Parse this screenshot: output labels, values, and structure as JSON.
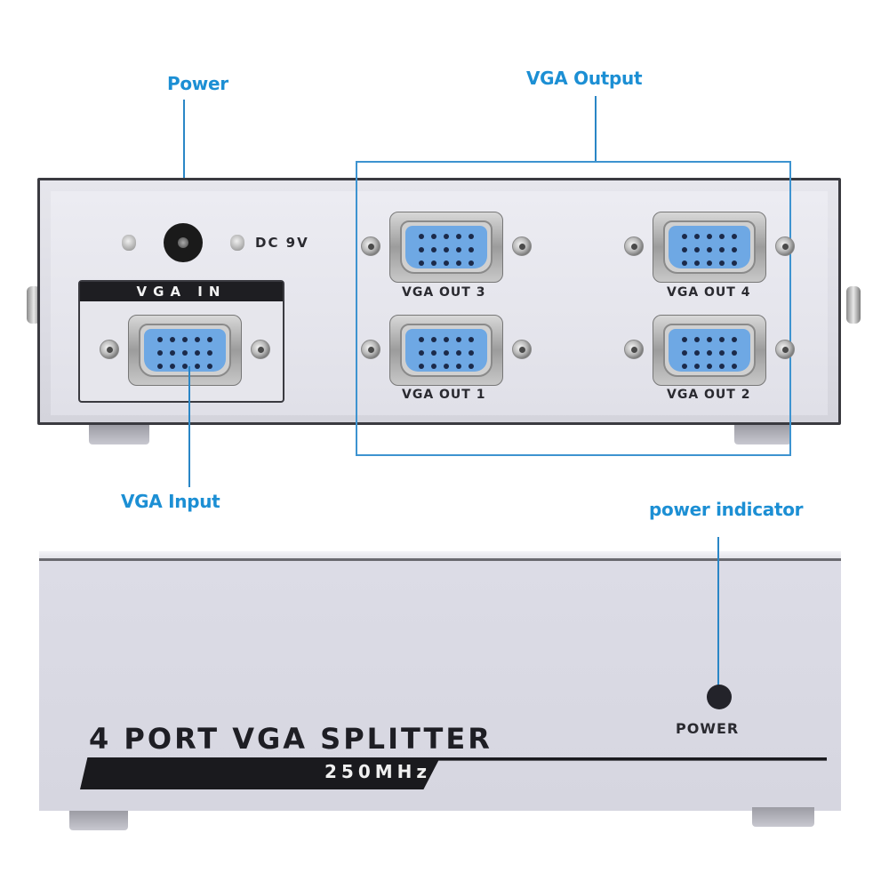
{
  "callouts": {
    "power": "Power",
    "vga_output": "VGA Output",
    "vga_input": "VGA Input",
    "power_indicator": "power indicator"
  },
  "rear_panel": {
    "dc_label": "DC 9V",
    "vga_in_label": "VGA IN",
    "ports": [
      {
        "label": "VGA OUT 3"
      },
      {
        "label": "VGA OUT 4"
      },
      {
        "label": "VGA OUT 1"
      },
      {
        "label": "VGA OUT 2"
      }
    ]
  },
  "front_panel": {
    "title": "4 PORT VGA SPLITTER",
    "frequency": "250MHz",
    "power_label": "POWER"
  },
  "colors": {
    "callout_blue": "#1c8fd4",
    "connector_blue": "#6ea8e4",
    "chassis": "#dcdce4"
  }
}
